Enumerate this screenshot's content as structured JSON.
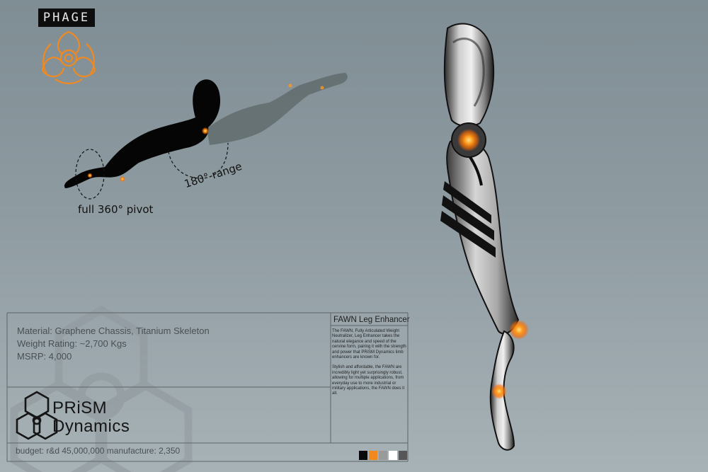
{
  "logo": {
    "text": "PHAGE"
  },
  "annotations": {
    "pivot": "full 360° pivot",
    "range": "180° range"
  },
  "specs": {
    "material": "Material: Graphene Chassis, Titanium Skeleton",
    "weight": "Weight Rating: ~2,700 Kgs",
    "msrp": "MSRP: 4,000"
  },
  "brand": {
    "line1": "PRiSM",
    "line2": "Dynamics"
  },
  "budget": "budget: r&d 45,000,000 manufacture: 2,350",
  "product": {
    "title": "FAWN Leg Enhancer",
    "paragraph1": "The FAWN, Fully Articulated Weight Neutralizer, Leg Enhancer takes the natural elegance and speed of the cervine form, pairing it with the strength and power that PRiSM Dynamics limb enhancers are known for.",
    "paragraph2": "Stylish and affordable, the FAWN are incredibly light yet surprisingly robust, allowing for multiple applications, from everyday use to more industrial or military applications, the FAWN does it all."
  },
  "palette": [
    "#0a0a0a",
    "#f2891f",
    "#9a9a9a",
    "#ffffff",
    "#575757"
  ],
  "colors": {
    "accent_orange": "#f2891f",
    "glow": "#ff8a00"
  }
}
